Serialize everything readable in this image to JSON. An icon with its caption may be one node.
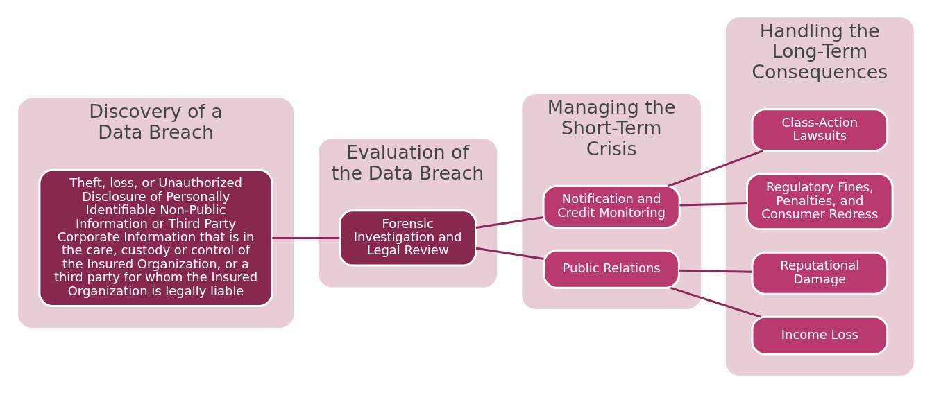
{
  "diagram": {
    "nodes": [
      {
        "text": [
          "Discovery of a Data Breach"
        ]
      },
      {
        "text": [
          "Theft, loss, or Unauthorized Disclosure of Personally Identifiable Non-Public Information or Third Party Corporate Information that is in the care, custody or control of the Insured Organization, or a third party for whom the Insured Organization is legally liable"
        ],
        "in": 0
      },
      {
        "text": [
          "Evaluation of the Data Breach"
        ]
      },
      {
        "text": [
          "Forensic Investigation and Legal Review"
        ],
        "in": 2
      },
      {
        "text": [
          "Managing the Short-Term Crisis"
        ]
      },
      {
        "text": [
          "Notification and Credit Monitoring"
        ],
        "in": 4
      },
      {
        "text": [
          "Public Relations"
        ],
        "in": 4
      },
      {
        "text": [
          "Handling the Long-Term Consequences"
        ]
      },
      {
        "text": [
          "Class-Action Lawsuits"
        ],
        "in": 7
      },
      {
        "text": [
          "Regulatory Fines, Penalties, and Consumer Redress"
        ],
        "in": 7
      },
      {
        "text": [
          "Reputational Damage"
        ],
        "in": 7
      },
      {
        "text": [
          "Income Loss"
        ],
        "in": 7
      }
    ],
    "edges": [
      {
        "from": 1,
        "to": 3,
        "arrow": "none"
      },
      {
        "from": 3,
        "to": 5,
        "arrow": "none"
      },
      {
        "from": 3,
        "to": 6,
        "arrow": "none"
      },
      {
        "from": 5,
        "to": 8,
        "arrow": "none"
      },
      {
        "from": 5,
        "to": 9,
        "arrow": "none"
      },
      {
        "from": 6,
        "to": 10,
        "arrow": "none"
      },
      {
        "from": 6,
        "to": 11,
        "arrow": "none"
      }
    ]
  }
}
